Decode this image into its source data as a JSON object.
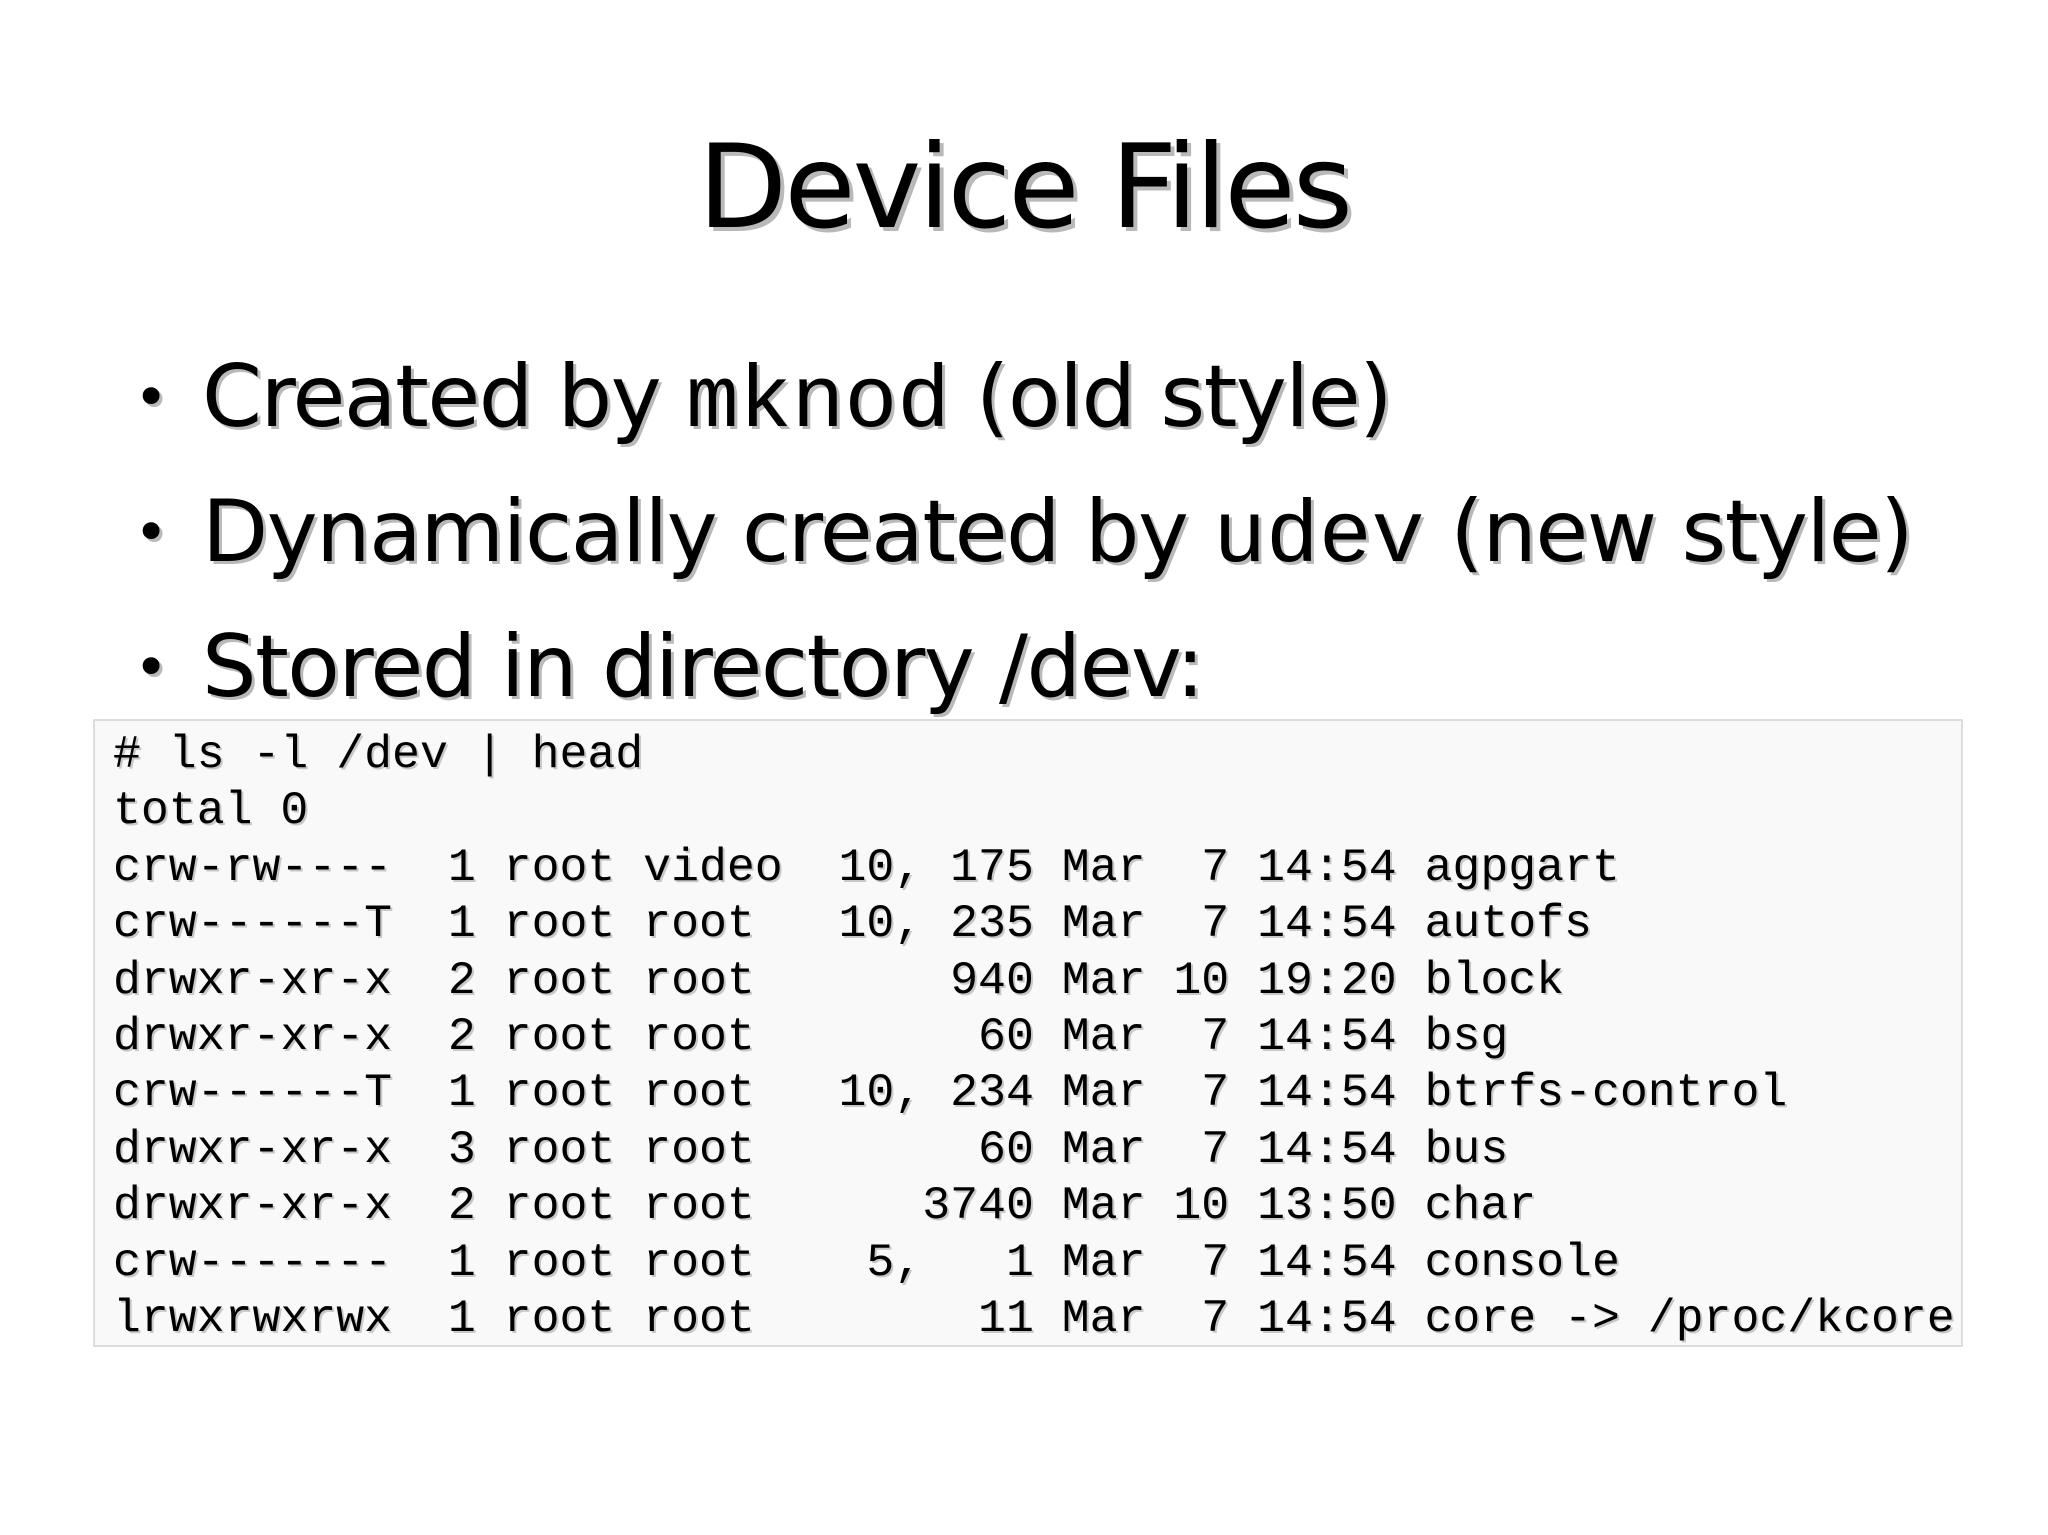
{
  "slide": {
    "title": "Device Files",
    "bullets": [
      {
        "before": "Created by ",
        "code": "mknod",
        "after": " (old style)"
      },
      {
        "before": "Dynamically created by ",
        "code": "udev",
        "after": " (new style)"
      },
      {
        "before": "Stored in directory /dev:",
        "code": "",
        "after": ""
      }
    ],
    "bullet_glyph": "•",
    "terminal": {
      "lines": [
        "# ls -l /dev | head",
        "total 0",
        "crw-rw----  1 root video  10, 175 Mar  7 14:54 agpgart",
        "crw------T  1 root root   10, 235 Mar  7 14:54 autofs",
        "drwxr-xr-x  2 root root       940 Mar 10 19:20 block",
        "drwxr-xr-x  2 root root        60 Mar  7 14:54 bsg",
        "crw------T  1 root root   10, 234 Mar  7 14:54 btrfs-control",
        "drwxr-xr-x  3 root root        60 Mar  7 14:54 bus",
        "drwxr-xr-x  2 root root      3740 Mar 10 13:50 char",
        "crw-------  1 root root    5,   1 Mar  7 14:54 console",
        "lrwxrwxrwx  1 root root        11 Mar  7 14:54 core -> /proc/kcore"
      ]
    }
  }
}
